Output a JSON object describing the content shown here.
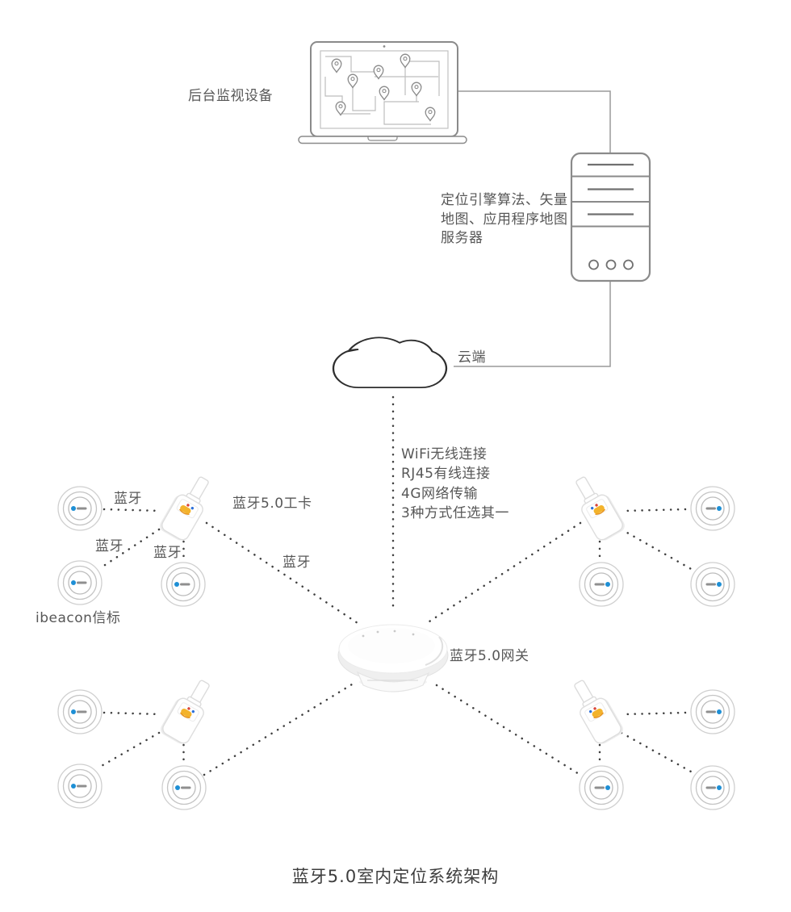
{
  "title": "蓝牙5.0室内定位系统架构",
  "monitor": {
    "label": "后台监视设备",
    "icon": "laptop-map-icon"
  },
  "server": {
    "label_lines": [
      "定位引擎算法、矢量",
      "地图、应用程序地图",
      "服务器"
    ],
    "icon": "server-tower-icon"
  },
  "cloud": {
    "label": "云端",
    "icon": "cloud-icon"
  },
  "uplink": {
    "lines": [
      "WiFi无线连接",
      "RJ45有线连接",
      "4G网络传输",
      "3种方式任选其一"
    ]
  },
  "gateway": {
    "label": "蓝牙5.0网关",
    "icon": "bluetooth-gateway-icon"
  },
  "badge": {
    "label": "蓝牙5.0工卡",
    "icon": "work-badge-icon"
  },
  "beacon": {
    "label": "ibeacon信标",
    "icon": "ibeacon-icon"
  },
  "link_label": "蓝牙",
  "palette": {
    "outline_gray": "#8a8a8a",
    "map_line_gray": "#bdbdbd",
    "connector_gray": "#9a9a9a",
    "dotted_dark": "#3f3f3f",
    "ring_gray": "#c7c7c7",
    "text_gray": "#575757",
    "beacon_blue": "#1e8fd5",
    "badge_yellow": "#f3b32c",
    "badge_orange": "#e8941f",
    "badge_red": "#d9453a",
    "badge_blue": "#2b6fd9"
  }
}
